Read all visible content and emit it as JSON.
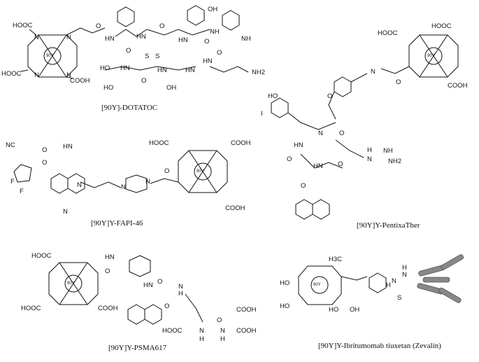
{
  "captions": {
    "dotatoc": "[90Y]-DOTATOC",
    "pentixather": "[90Y]Y-PentixaTher",
    "fapi46": "[90Y]Y-FAPI-46",
    "psma617": "[90Y]Y-PSMA617",
    "zevalin": "[90Y]Y-Ibritumomab tiuxetan (Zevalin)"
  },
  "metal": "90Y",
  "atoms": {
    "cooh": "COOH",
    "hooc": "HOOC",
    "ho": "HO",
    "oh": "OH",
    "o": "O",
    "n": "N",
    "nh": "NH",
    "hn": "HN",
    "h": "H",
    "s": "S",
    "nh2": "NH2",
    "f": "F",
    "nc": "NC",
    "i": "I",
    "ch3": "H3C"
  }
}
